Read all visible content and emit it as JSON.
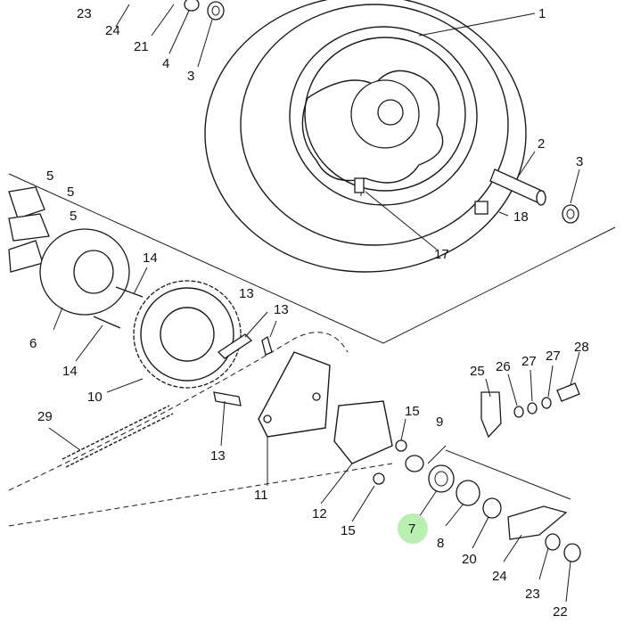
{
  "highlight_color": "#b8f0b0",
  "callouts": {
    "c1": "1",
    "c2": "2",
    "c3a": "3",
    "c3b": "3",
    "c4": "4",
    "c5a": "5",
    "c5b": "5",
    "c5c": "5",
    "c6": "6",
    "c7": "7",
    "c8": "8",
    "c9": "9",
    "c10": "10",
    "c11": "11",
    "c12": "12",
    "c13a": "13",
    "c13b": "13",
    "c13c": "13",
    "c14a": "14",
    "c14b": "14",
    "c15a": "15",
    "c15b": "15",
    "c17": "17",
    "c18": "18",
    "c20": "20",
    "c21": "21",
    "c22": "22",
    "c23a": "23",
    "c23b": "23",
    "c24a": "24",
    "c24b": "24",
    "c25": "25",
    "c26": "26",
    "c27a": "27",
    "c27b": "27",
    "c28": "28",
    "c29": "29"
  }
}
